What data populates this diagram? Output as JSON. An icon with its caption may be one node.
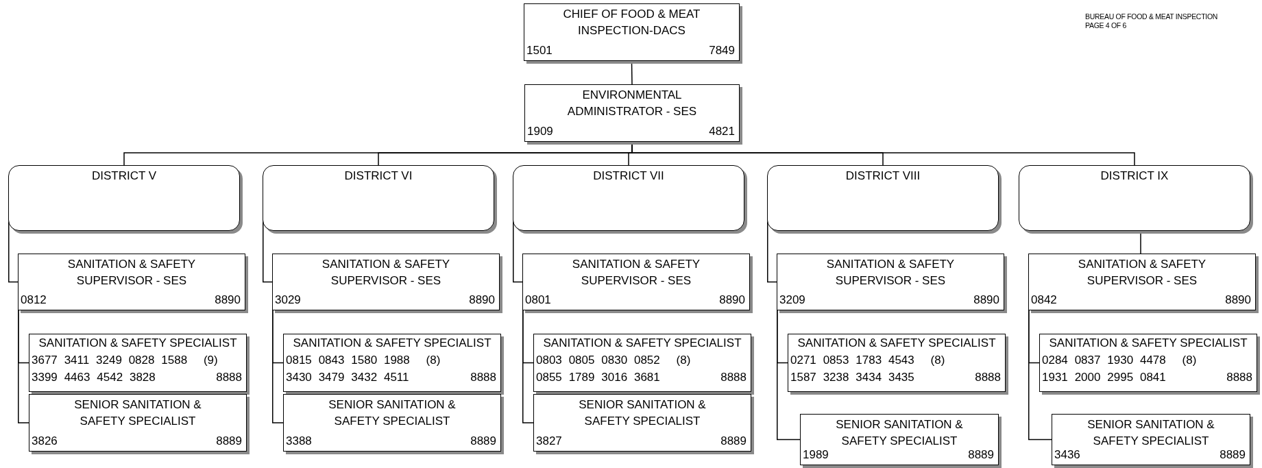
{
  "diagram": {
    "nodes": [
      {
        "text": [
          "CHIEF OF FOOD & MEAT INSPECTION-DACS",
          "1501",
          "7849"
        ]
      },
      {
        "text": [
          "ENVIRONMENTAL ADMINISTRATOR - SES",
          "1909",
          "4821"
        ]
      },
      {
        "text": [
          "DISTRICT V"
        ]
      },
      {
        "text": [
          "SANITATION & SAFETY SUPERVISOR - SES",
          "0812",
          "8890"
        ]
      },
      {
        "text": [
          "SANITATION & SAFETY SPECIALIST",
          "3677 3411 3249 0828 1588",
          "(9)",
          "3399 4463 4542 3828",
          "8888"
        ]
      },
      {
        "text": [
          "SENIOR SANITATION & SAFETY SPECIALIST",
          "3826",
          "8889"
        ]
      },
      {
        "text": [
          "DISTRICT VI"
        ]
      },
      {
        "text": [
          "SANITATION & SAFETY SUPERVISOR - SES",
          "3029",
          "8890"
        ]
      },
      {
        "text": [
          "SANITATION & SAFETY SPECIALIST",
          "0815 0843 1580 1988",
          "(8)",
          "3430 3479 3432 4511",
          "8888"
        ]
      },
      {
        "text": [
          "SENIOR SANITATION & SAFETY SPECIALIST",
          "3388",
          "8889"
        ]
      },
      {
        "text": [
          "DISTRICT VII"
        ]
      },
      {
        "text": [
          "SANITATION & SAFETY SUPERVISOR - SES",
          "0801",
          "8890"
        ]
      },
      {
        "text": [
          "SANITATION & SAFETY SPECIALIST",
          "0803 0805 0830 0852",
          "(8)",
          "0855 1789 3016 3681",
          "8888"
        ]
      },
      {
        "text": [
          "SENIOR SANITATION & SAFETY SPECIALIST",
          "3827",
          "8889"
        ]
      },
      {
        "text": [
          "DISTRICT VIII"
        ]
      },
      {
        "text": [
          "SANITATION & SAFETY SUPERVISOR - SES",
          "3209",
          "8890"
        ]
      },
      {
        "text": [
          "SANITATION & SAFETY SPECIALIST",
          "0271 0853 1783 4543",
          "(8)",
          "1587 3238 3434 3435",
          "8888"
        ]
      },
      {
        "text": [
          "SENIOR SANITATION & SAFETY SPECIALIST",
          "1989",
          "8889"
        ]
      },
      {
        "text": [
          "DISTRICT IX"
        ]
      },
      {
        "text": [
          "SANITATION & SAFETY SUPERVISOR - SES",
          "0842",
          "8890"
        ]
      },
      {
        "text": [
          "SANITATION & SAFETY SPECIALIST",
          "0284 0837 1930 4478",
          "(8)",
          "1931 2000 2995 0841",
          "8888"
        ]
      },
      {
        "text": [
          "SENIOR SANITATION & SAFETY SPECIALIST",
          "3436",
          "8889"
        ]
      }
    ],
    "edges": [
      {
        "from": 0,
        "to": 1,
        "arrow": "none"
      },
      {
        "from": 1,
        "to": 2,
        "arrow": "none"
      },
      {
        "from": 1,
        "to": 6,
        "arrow": "none"
      },
      {
        "from": 1,
        "to": 10,
        "arrow": "none"
      },
      {
        "from": 1,
        "to": 14,
        "arrow": "none"
      },
      {
        "from": 1,
        "to": 18,
        "arrow": "none"
      },
      {
        "from": 2,
        "to": 3,
        "arrow": "none"
      },
      {
        "from": 3,
        "to": 4,
        "arrow": "none"
      },
      {
        "from": 3,
        "to": 5,
        "arrow": "none"
      },
      {
        "from": 6,
        "to": 7,
        "arrow": "none"
      },
      {
        "from": 7,
        "to": 8,
        "arrow": "none"
      },
      {
        "from": 7,
        "to": 9,
        "arrow": "none"
      },
      {
        "from": 10,
        "to": 11,
        "arrow": "none"
      },
      {
        "from": 11,
        "to": 12,
        "arrow": "none"
      },
      {
        "from": 11,
        "to": 13,
        "arrow": "none"
      },
      {
        "from": 14,
        "to": 15,
        "arrow": "none"
      },
      {
        "from": 15,
        "to": 16,
        "arrow": "none"
      },
      {
        "from": 15,
        "to": 17,
        "arrow": "none"
      },
      {
        "from": 18,
        "to": 19,
        "arrow": "none"
      },
      {
        "from": 19,
        "to": 20,
        "arrow": "none"
      },
      {
        "from": 19,
        "to": 21,
        "arrow": "none"
      }
    ],
    "labels": [
      "BUREAU OF FOOD & MEAT INSPECTION",
      "PAGE 4 OF 6"
    ]
  }
}
